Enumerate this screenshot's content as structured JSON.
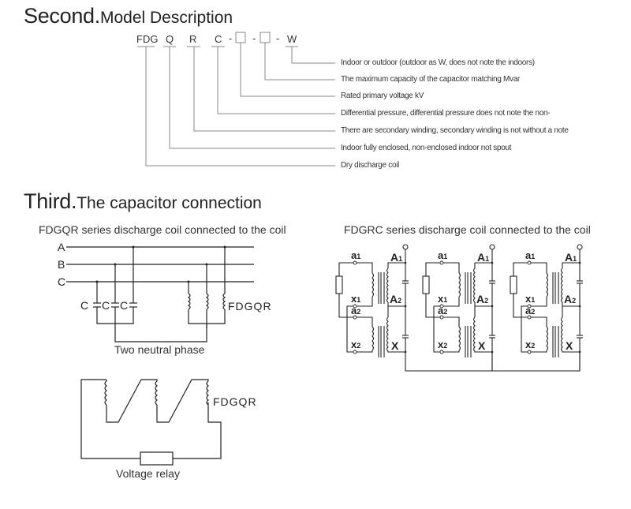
{
  "section_second": {
    "number": "Second.",
    "title": "Model Description",
    "code_parts": [
      "FDG",
      "Q",
      "R",
      "C",
      "-",
      "□",
      "-",
      "□",
      "-",
      "W"
    ],
    "code_segments": [
      {
        "label": "FDG",
        "meaning": "Dry discharge coil"
      },
      {
        "label": "Q",
        "meaning": "Indoor fully enclosed, non-enclosed indoor not spout"
      },
      {
        "label": "R",
        "meaning": "There are secondary winding, secondary winding is not without a note"
      },
      {
        "label": "C",
        "meaning": "Differential pressure, differential pressure does not note the non-"
      },
      {
        "label": "",
        "meaning": "Rated primary voltage kV"
      },
      {
        "label": "",
        "meaning": "The maximum capacity of the capacitor matching Mvar"
      },
      {
        "label": "W",
        "meaning": "Indoor or outdoor (outdoor as W, does not note the indoors)"
      }
    ]
  },
  "section_third": {
    "number": "Third.",
    "title": "The capacitor connection",
    "diagram_fdgqr": {
      "caption": "FDGQR series discharge coil connected to the coil",
      "phases": [
        "A",
        "B",
        "C"
      ],
      "capacitor_label": "C",
      "coil_label": "FDGQR",
      "neutral_caption": "Two neutral phase"
    },
    "diagram_relay": {
      "coil_label": "FDGQR",
      "relay_caption": "Voltage relay"
    },
    "diagram_fdgrc": {
      "caption": "FDGRC series discharge coil connected to the coil",
      "terminals": {
        "a1": "a",
        "a1_sub": "1",
        "x1": "x",
        "x1_sub": "1",
        "a2": "a",
        "a2_sub": "2",
        "x2": "x",
        "x2_sub": "2",
        "A1": "A",
        "A1_sub": "1",
        "A2": "A",
        "A2_sub": "2",
        "X": "X"
      },
      "units": 3
    }
  }
}
